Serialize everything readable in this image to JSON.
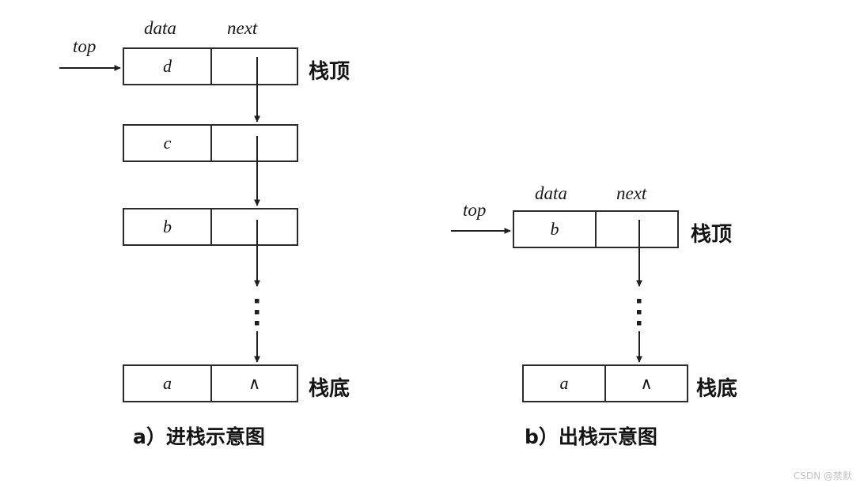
{
  "figure": {
    "background": "#ffffff",
    "line_color": "#2b2b2b",
    "watermark": "CSDN @禁默"
  },
  "panels": [
    {
      "id": "push",
      "caption": "a）进栈示意图",
      "pointer_label": "top",
      "column_headers": {
        "data": "data",
        "next": "next"
      },
      "top_label": "栈顶",
      "bottom_label": "栈底",
      "nodes": [
        {
          "data": "d",
          "next": ""
        },
        {
          "data": "c",
          "next": ""
        },
        {
          "data": "b",
          "next": ""
        },
        {
          "data": "a",
          "next": "∧"
        }
      ],
      "ellipsis": "⋮"
    },
    {
      "id": "pop",
      "caption": "b）出栈示意图",
      "pointer_label": "top",
      "column_headers": {
        "data": "data",
        "next": "next"
      },
      "top_label": "栈顶",
      "bottom_label": "栈底",
      "nodes": [
        {
          "data": "b",
          "next": ""
        },
        {
          "data": "a",
          "next": "∧"
        }
      ],
      "ellipsis": "⋮"
    }
  ]
}
